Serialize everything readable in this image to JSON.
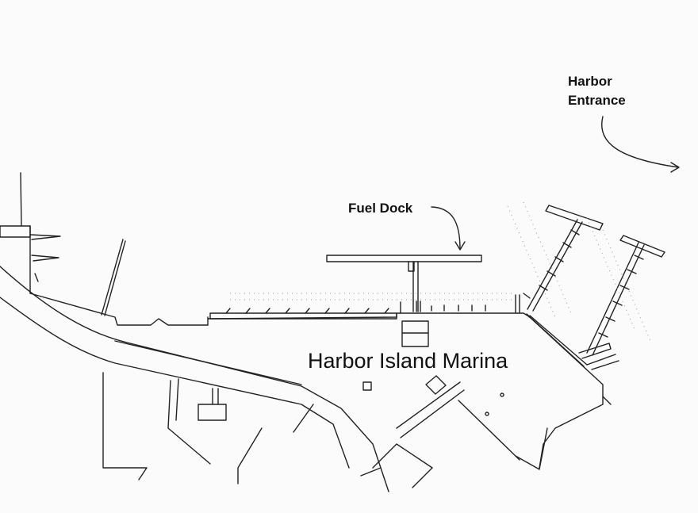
{
  "map": {
    "title": "Harbor Island Marina",
    "labels": {
      "fuel_dock": "Fuel Dock",
      "harbor_entrance_line1": "Harbor",
      "harbor_entrance_line2": "Entrance"
    },
    "colors": {
      "ink": "#222222",
      "paper": "#fbfbfb",
      "faint": "#9a9a9a"
    }
  }
}
